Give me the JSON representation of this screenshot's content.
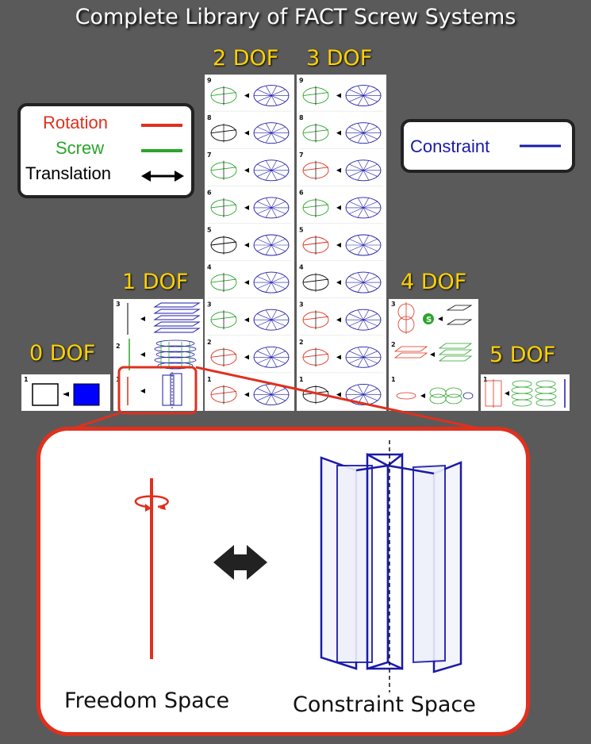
{
  "title": "Complete Library of FACT Screw Systems",
  "dof_labels": [
    "0 DOF",
    "1 DOF",
    "2 DOF",
    "3 DOF",
    "4 DOF",
    "5 DOF"
  ],
  "legend_left": {
    "rotation": "Rotation",
    "screw": "Screw",
    "translation": "Translation"
  },
  "legend_right": {
    "constraint": "Constraint"
  },
  "row_numbers": {
    "dof0": [
      "1"
    ],
    "dof1": [
      "3",
      "2",
      "1"
    ],
    "dof2": [
      "9",
      "8",
      "7",
      "6",
      "5",
      "4",
      "3",
      "2",
      "1"
    ],
    "dof3": [
      "9",
      "8",
      "7",
      "6",
      "5",
      "4",
      "3",
      "2",
      "1"
    ],
    "dof4": [
      "3",
      "2",
      "1"
    ],
    "dof5": [
      "1"
    ]
  },
  "screw_badge": "S",
  "zoom": {
    "freedom_caption": "Freedom Space",
    "constraint_caption": "Constraint Space"
  },
  "colors": {
    "rotation": "#e0301e",
    "screw": "#2aa52a",
    "translation": "#000000",
    "constraint": "#1a1aa8",
    "dof_label": "#ffd200",
    "background": "#5a5a5a"
  }
}
